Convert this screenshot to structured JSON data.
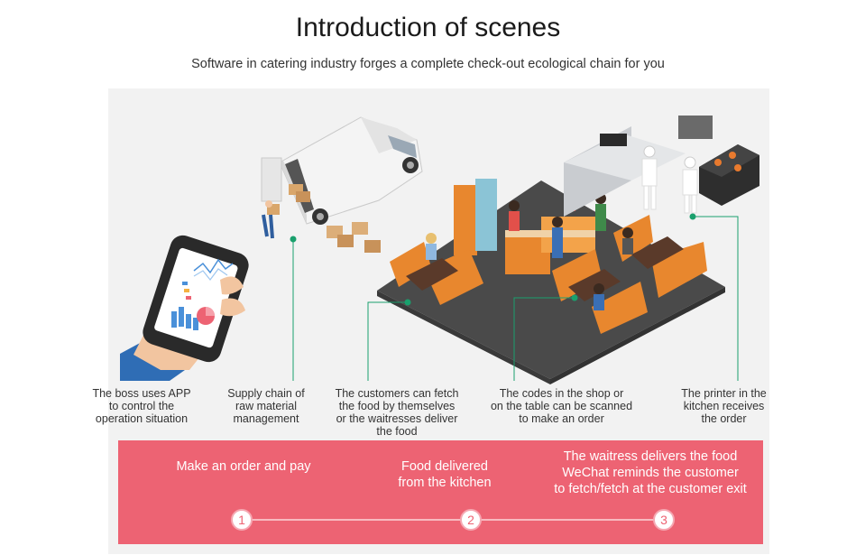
{
  "title": "Introduction of scenes",
  "subtitle": "Software in catering industry forges a complete check-out ecological chain for you",
  "captions": [
    [
      "The boss uses APP",
      "to control the",
      "operation situation"
    ],
    [
      "Supply chain of",
      "raw material",
      "management"
    ],
    [
      "The customers can fetch",
      "the food by themselves",
      "or the waitresses deliver",
      "the food"
    ],
    [
      "The codes in the shop or",
      "on the table can be scanned",
      "to make an order"
    ],
    [
      "The printer in the",
      "kitchen receives",
      "the order"
    ]
  ],
  "steps": {
    "step1": {
      "number": "1",
      "lines": [
        "Make an order and pay"
      ]
    },
    "step2": {
      "number": "2",
      "lines": [
        "Food delivered",
        "from the kitchen"
      ]
    },
    "step3": {
      "number": "3",
      "lines": [
        "The waitress delivers the food",
        "WeChat reminds the customer",
        "to fetch/fetch at the customer exit"
      ]
    }
  },
  "colors": {
    "accent_band": "#ed6373",
    "connector_green": "#1aa06d",
    "floor": "#4a4a4a",
    "booth_orange": "#e8872e"
  },
  "icons": [
    "smartphone-illustration",
    "delivery-van-illustration",
    "restaurant-illustration",
    "kitchen-illustration"
  ]
}
